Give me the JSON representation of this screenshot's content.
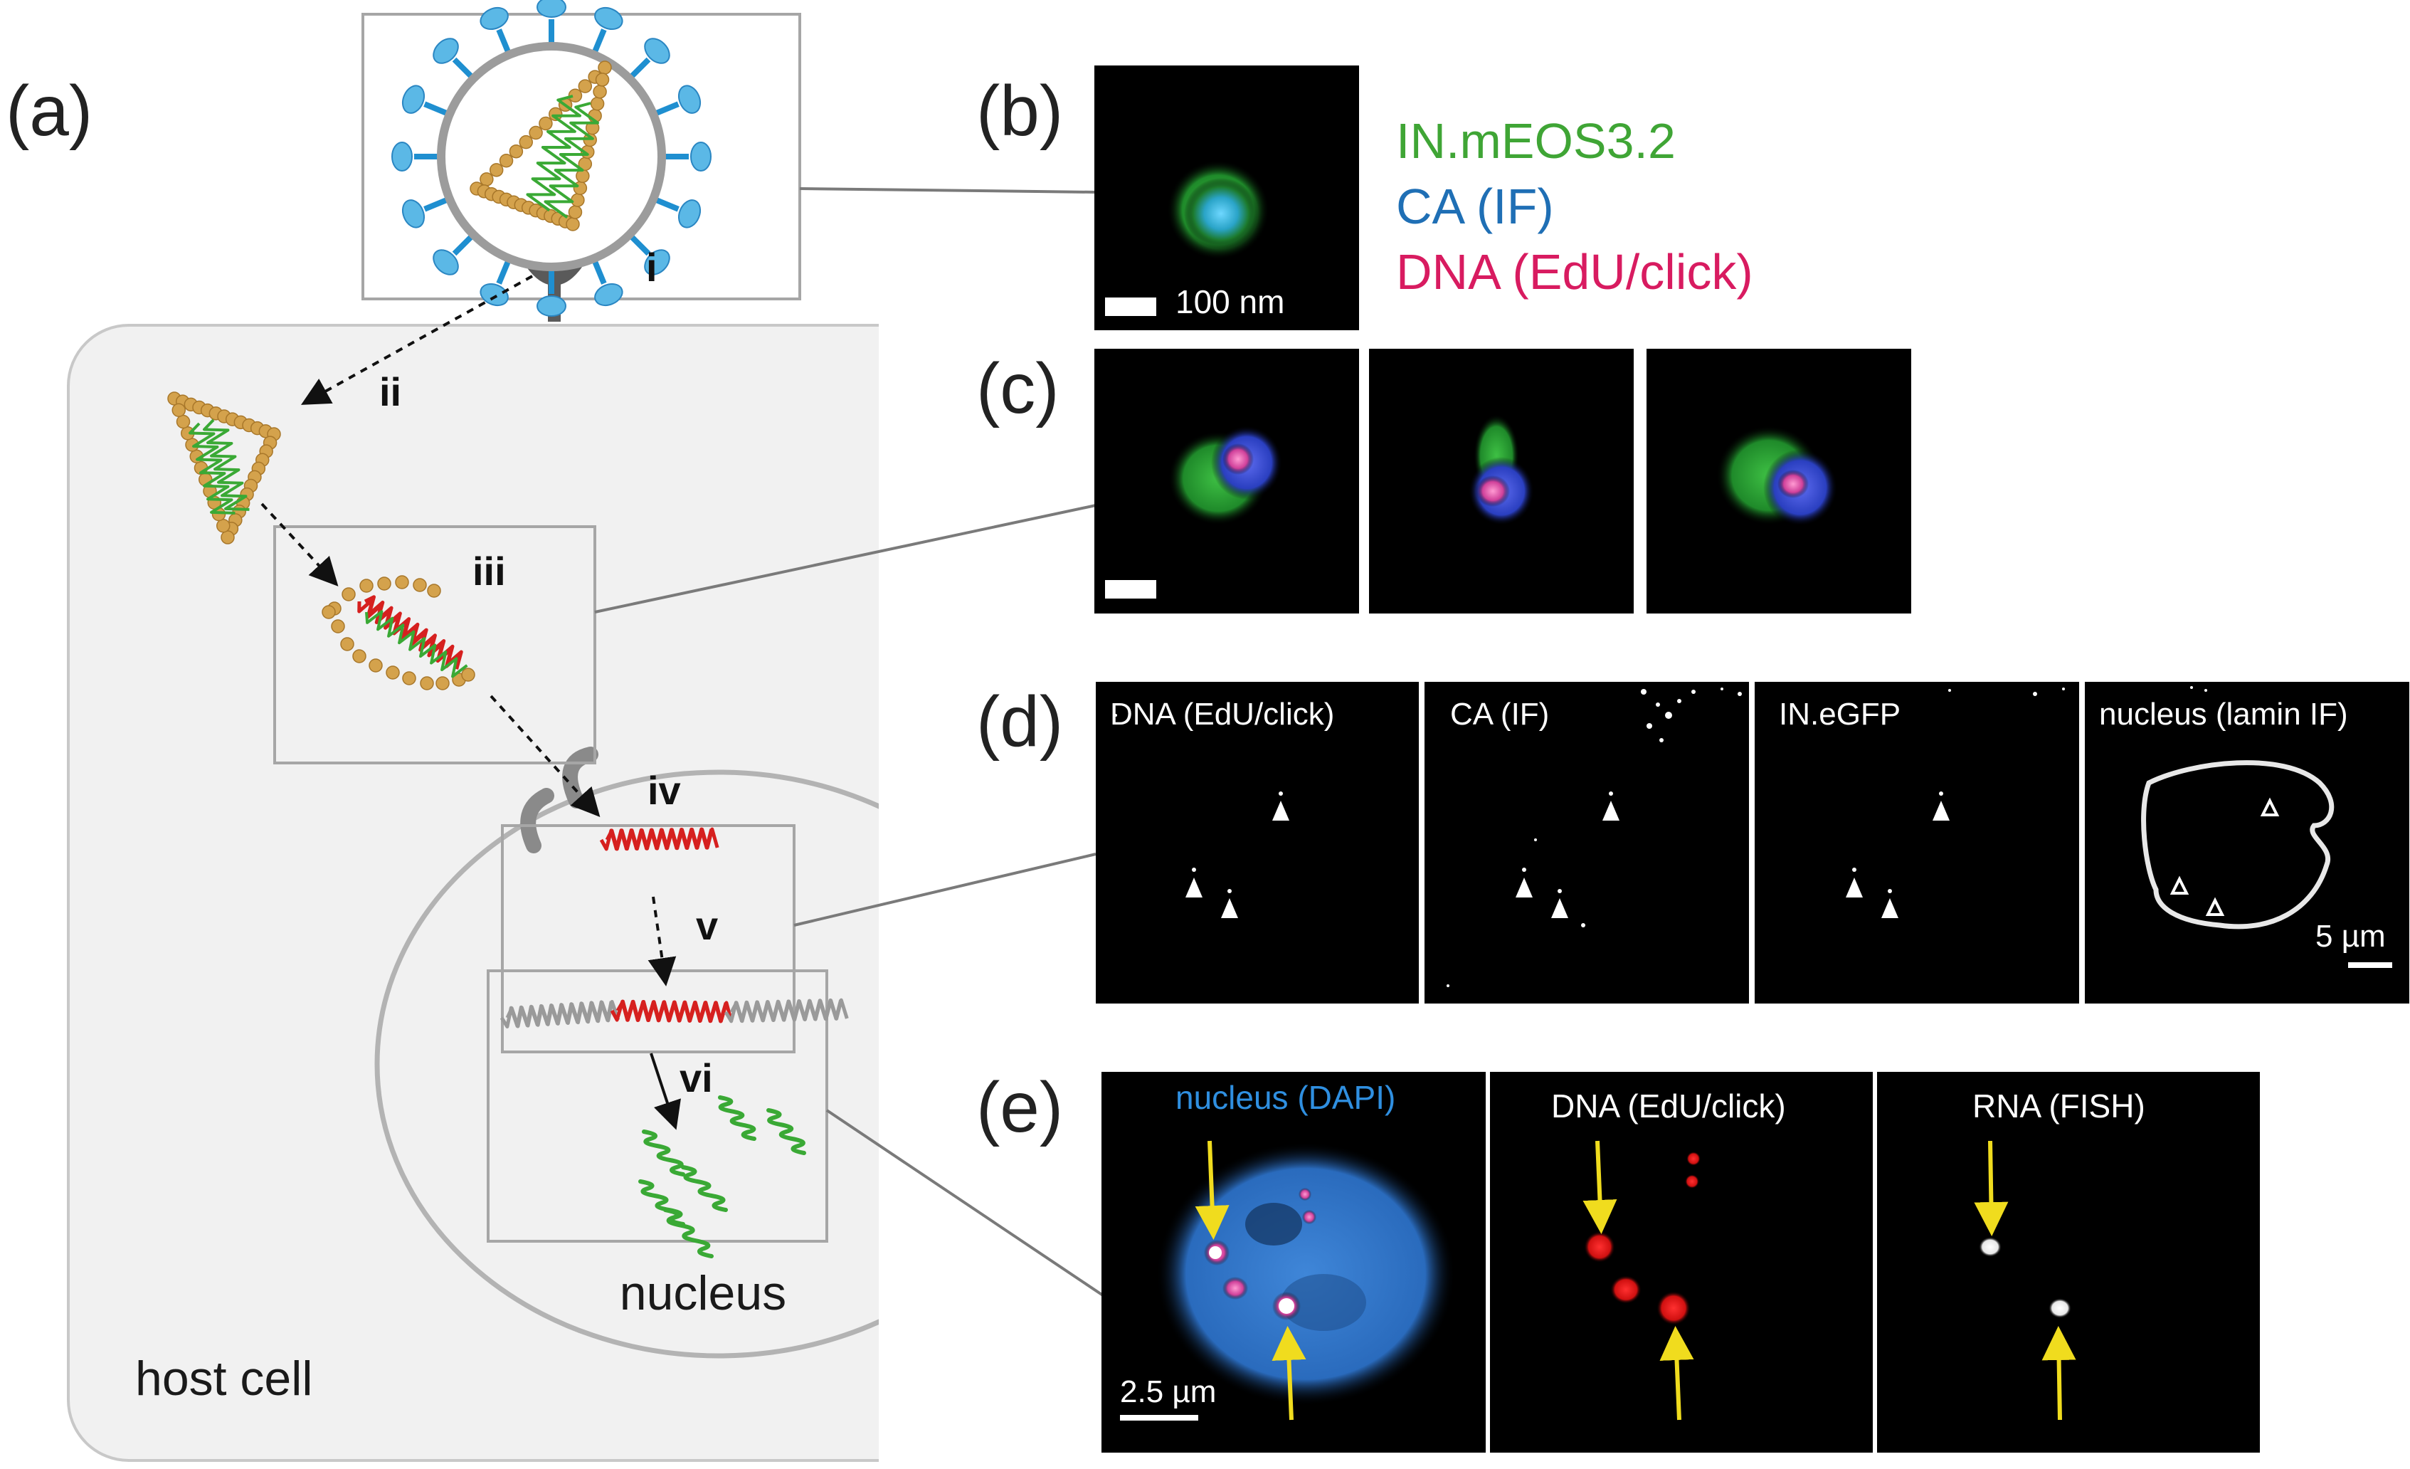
{
  "panel_a": {
    "letter": "(a)",
    "steps": [
      "i",
      "ii",
      "iii",
      "iv",
      "v",
      "vi"
    ],
    "nucleus_label": "nucleus",
    "host_cell_label": "host cell"
  },
  "panel_b": {
    "letter": "(b)",
    "scale_bar": "100 nm",
    "legend": [
      {
        "text": "IN.mEOS3.2",
        "color": "#3fa535"
      },
      {
        "text": "CA (IF)",
        "color": "#1f6fb5"
      },
      {
        "text": "DNA (EdU/click)",
        "color": "#d81b60"
      }
    ]
  },
  "panel_c": {
    "letter": "(c)"
  },
  "panel_d": {
    "letter": "(d)",
    "images": [
      "DNA (EdU/click)",
      "CA (IF)",
      "IN.eGFP",
      "nucleus (lamin IF)"
    ],
    "scale_bar": "5 µm"
  },
  "panel_e": {
    "letter": "(e)",
    "images": [
      "nucleus (DAPI)",
      "DNA (EdU/click)",
      "RNA (FISH)"
    ],
    "scale_bar": "2.5 µm"
  },
  "colors": {
    "envelope": "#5bb8e6",
    "capsid": "#d4a24c",
    "rna": "#3aa935",
    "dna": "#d6201f",
    "host_dna": "#9a9a9a",
    "arrow": "#f0dc1e"
  }
}
